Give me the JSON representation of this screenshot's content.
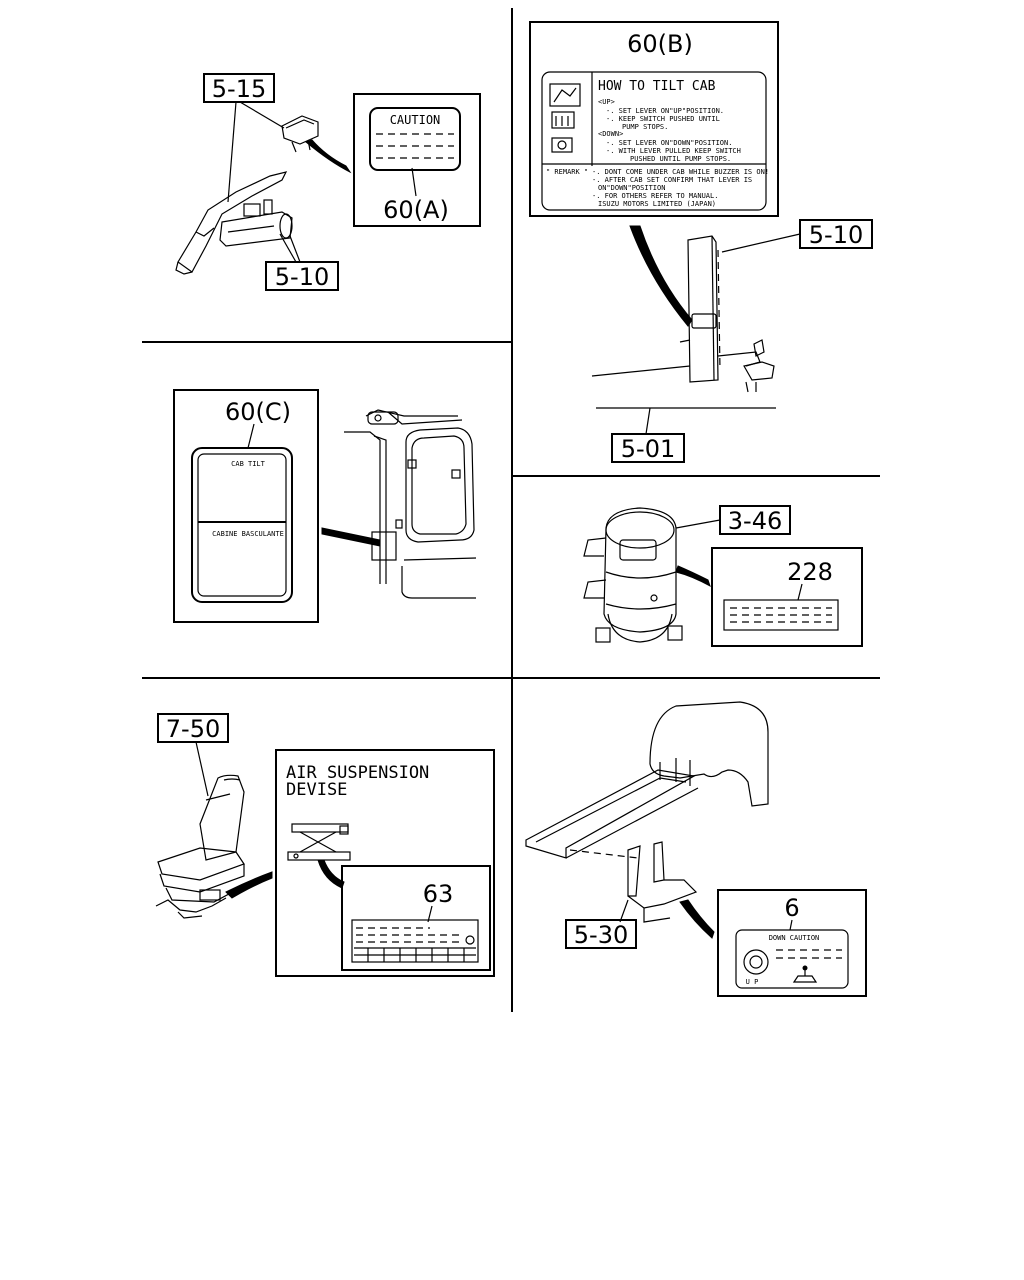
{
  "refs": {
    "r_5_15": "5-15",
    "r_5_10_a": "5-10",
    "r_60a": "60(A)",
    "r_60b": "60(B)",
    "r_5_10_b": "5-10",
    "r_5_01": "5-01",
    "r_60c": "60(C)",
    "r_3_46": "3-46",
    "r_228": "228",
    "r_7_50": "7-50",
    "r_63": "63",
    "r_5_30": "5-30",
    "r_6": "6"
  },
  "labels": {
    "caution": "CAUTION",
    "tilt_title": "HOW TO TILT CAB",
    "up": "<UP>",
    "up_line1": "-. SET LEVER  ON\"UP\"POSITION.",
    "up_line2": "-. KEEP SWITCH  PUSHED UNTIL",
    "up_line3": "PUMP STOPS.",
    "down": "<DOWN>",
    "down_line1": "-. SET LEVER  ON\"DOWN\"POSITION.",
    "down_line2": "-. WITH LEVER  PULLED KEEP SWITCH",
    "down_line3": "PUSHED UNTIL PUMP STOPS.",
    "remark": "\" REMARK \"",
    "remark_line1": "-. DONT COME UNDER CAB WHILE BUZZER IS ON!",
    "remark_line2": "-. AFTER CAB SET CONFIRM THAT LEVER  IS",
    "remark_line3": "ON\"DOWN\"POSITION",
    "remark_line4": "-. FOR OTHERS REFER TO MANUAL.",
    "remark_line5": "ISUZU MOTORS LIMITED (JAPAN)",
    "cab_tilt": "CAB TILT",
    "cabine_basculante": "CABINE BASCULANTE",
    "air_suspension": "AIR SUSPENSION",
    "devise": "DEVISE",
    "down_caution": "DOWN CAUTION",
    "up_small": "U P"
  }
}
